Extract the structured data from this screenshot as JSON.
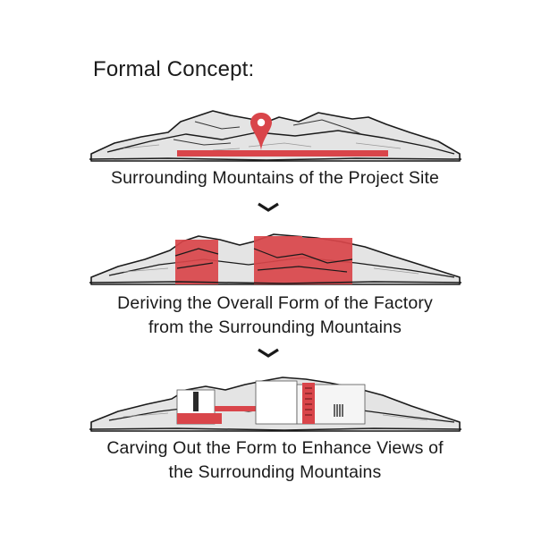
{
  "heading": "Formal Concept:",
  "steps": [
    {
      "caption_lines": [
        "Surrounding Mountains of the Project Site"
      ]
    },
    {
      "caption_lines": [
        "Deriving the Overall Form of the Factory",
        "from the Surrounding Mountains"
      ]
    },
    {
      "caption_lines": [
        "Carving Out the Form to Enhance Views of",
        "the Surrounding Mountains"
      ]
    }
  ],
  "colors": {
    "accent": "#d9454a",
    "ink": "#1a1a1a",
    "mountain_fill": "#e4e4e4"
  },
  "icons": [
    "location-pin-icon",
    "chevron-down-icon"
  ]
}
